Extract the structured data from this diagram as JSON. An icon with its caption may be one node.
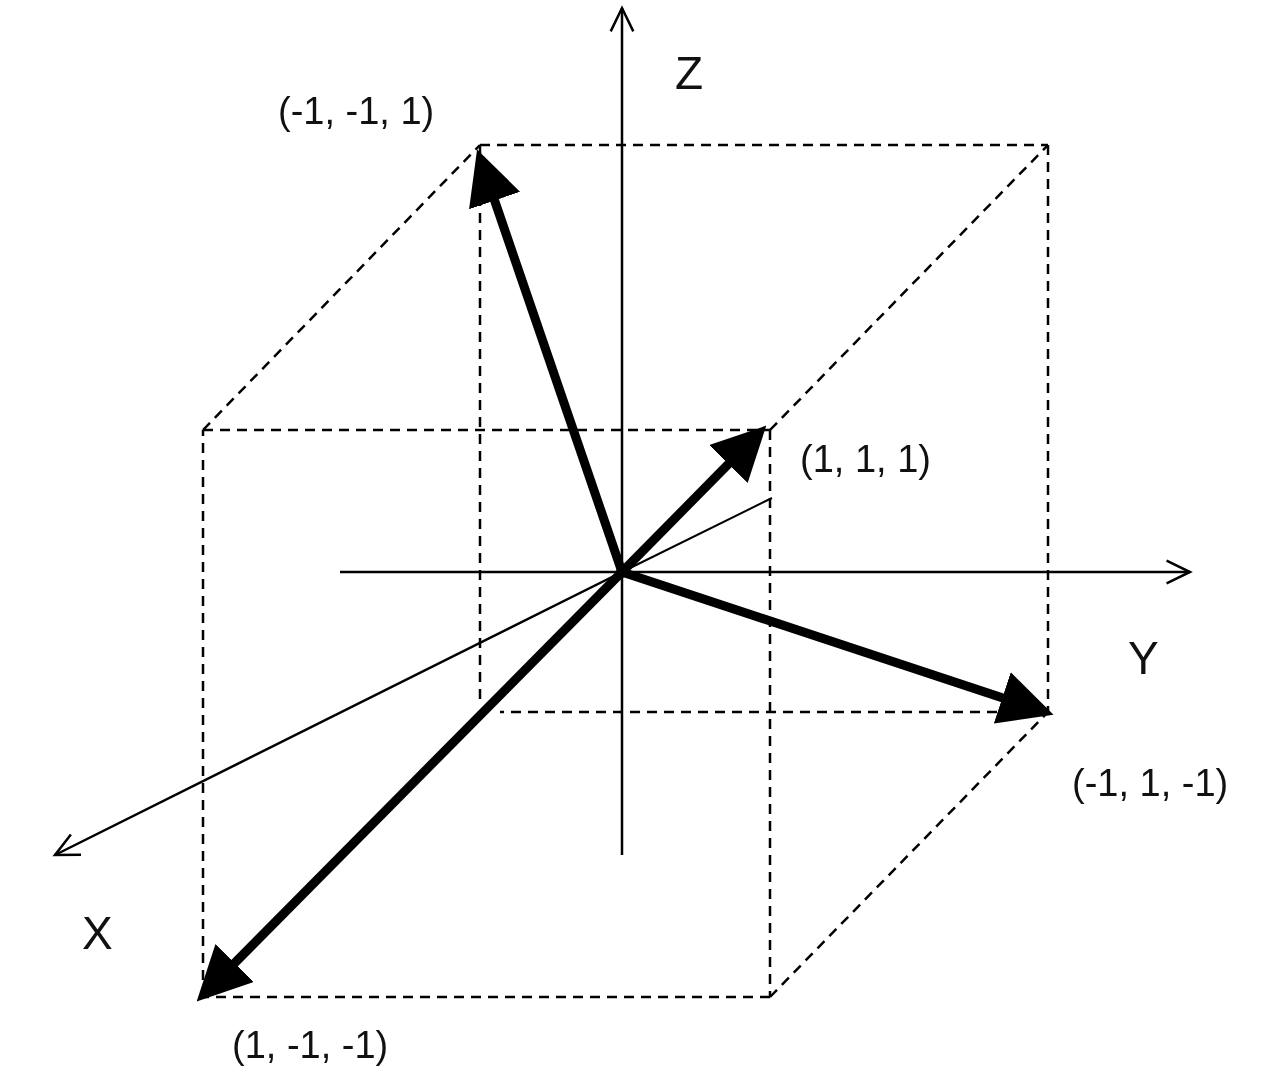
{
  "diagram": {
    "nodes": [
      {
        "text": [],
        "shape": "point"
      },
      {
        "text": [
          "(-1, -1, 1)"
        ]
      },
      {
        "text": [
          "(1, 1, 1)"
        ]
      },
      {
        "text": [
          "(-1, 1, -1)"
        ]
      },
      {
        "text": [
          "(1, -1, -1)"
        ]
      }
    ],
    "edges": [
      {
        "from": 0,
        "to": 1,
        "arrow": "to"
      },
      {
        "from": 0,
        "to": 2,
        "arrow": "to"
      },
      {
        "from": 0,
        "to": 3,
        "arrow": "to"
      },
      {
        "from": 0,
        "to": 4,
        "arrow": "to"
      }
    ],
    "labels": [
      "Z",
      "Y",
      "X"
    ]
  }
}
